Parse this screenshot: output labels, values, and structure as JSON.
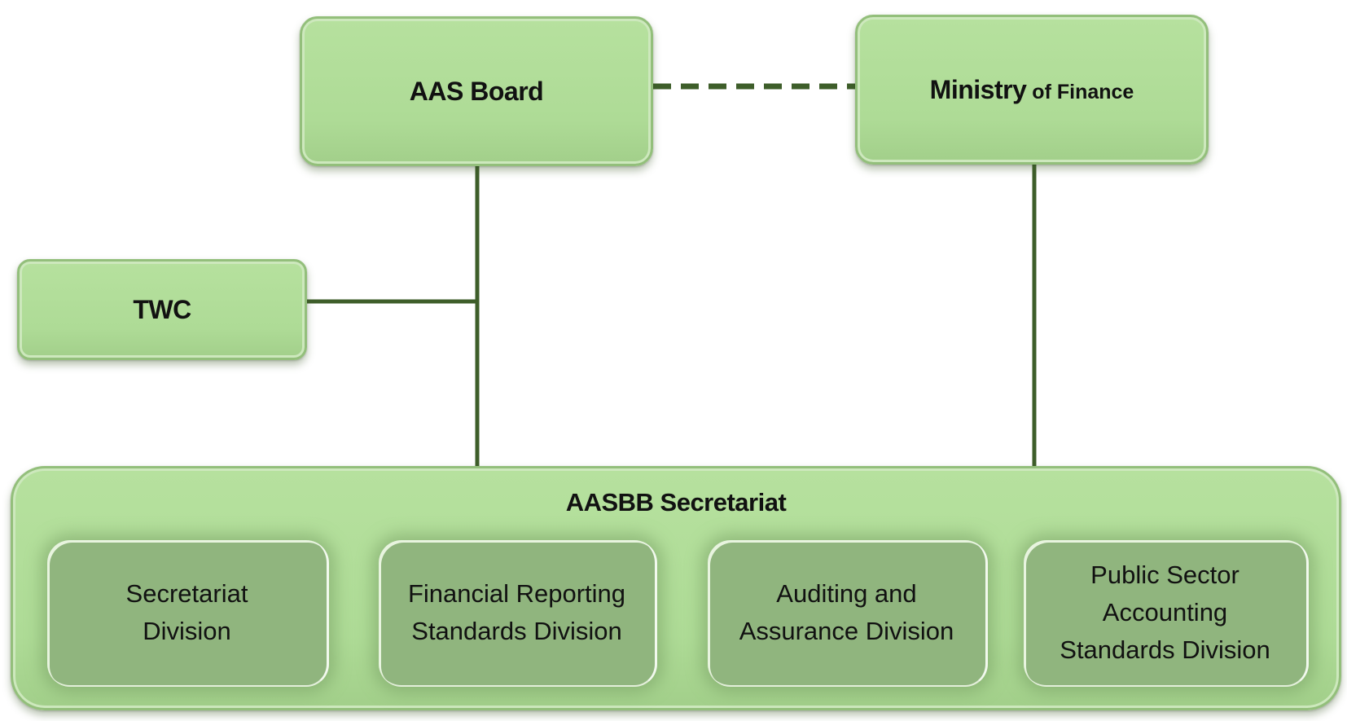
{
  "nodes": {
    "aas_board": "AAS Board",
    "ministry_main": "Ministry",
    "ministry_sub": " of Finance",
    "twc": "TWC",
    "secretariat": "AASBB Secretariat"
  },
  "divisions": [
    {
      "line1": "Secretariat",
      "line2": "Division",
      "line3": ""
    },
    {
      "line1": "Financial Reporting",
      "line2": "Standards Division",
      "line3": ""
    },
    {
      "line1": "Auditing and",
      "line2": "Assurance Division",
      "line3": ""
    },
    {
      "line1": "Public Sector",
      "line2": "Accounting",
      "line3": "Standards Division"
    }
  ],
  "colors": {
    "box_fill": "#b0dc98",
    "division_fill": "#90b57e",
    "connector": "#3e5e2a"
  }
}
